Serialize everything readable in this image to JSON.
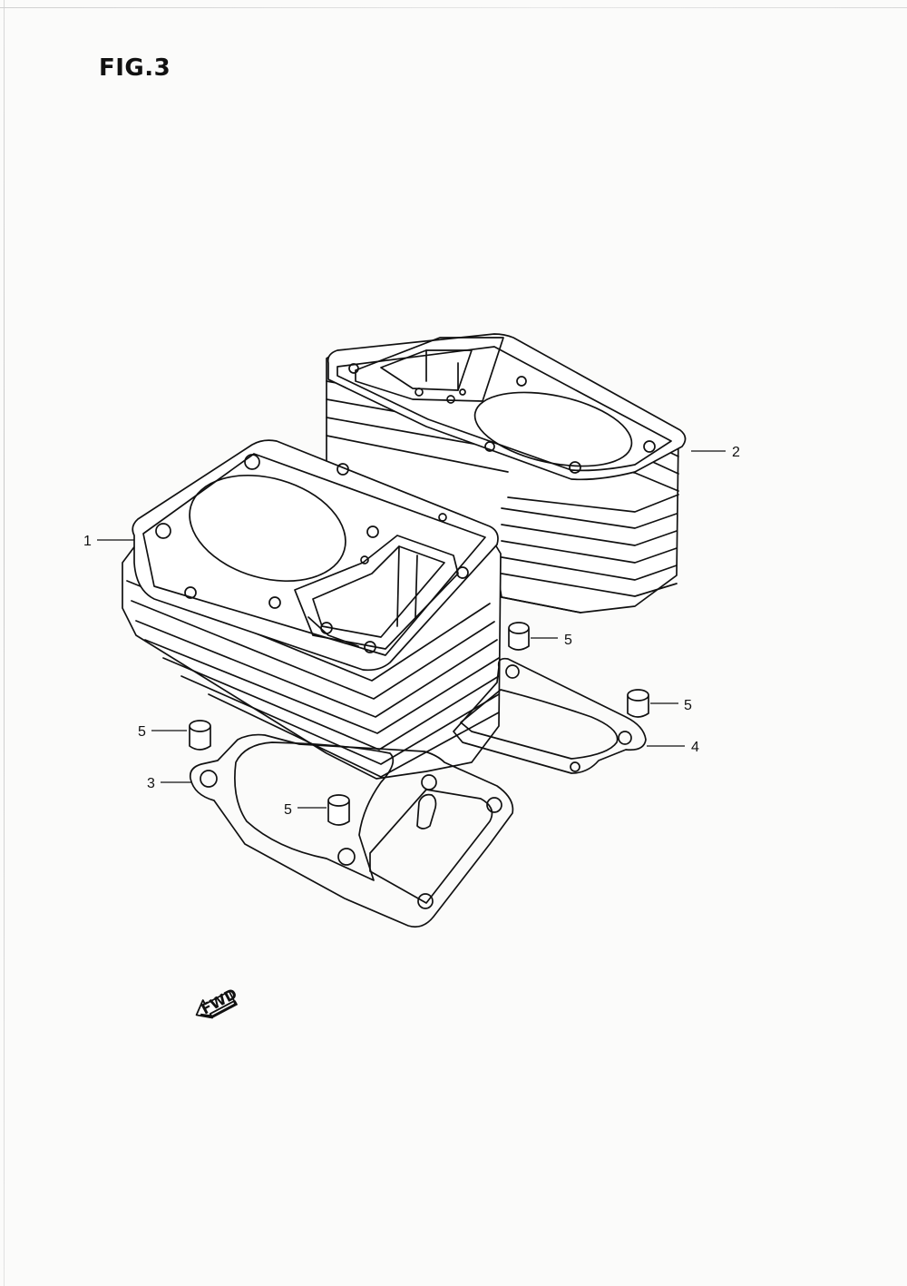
{
  "figure": {
    "title": "FIG.3"
  },
  "callouts": [
    {
      "id": "cylinder-rear",
      "number": "2"
    },
    {
      "id": "cylinder-front",
      "number": "1"
    },
    {
      "id": "dowel-pin-a",
      "number": "5"
    },
    {
      "id": "dowel-pin-b",
      "number": "5"
    },
    {
      "id": "gasket-rear",
      "number": "4"
    },
    {
      "id": "dowel-pin-c",
      "number": "5"
    },
    {
      "id": "gasket-front",
      "number": "3"
    },
    {
      "id": "dowel-pin-d",
      "number": "5"
    }
  ],
  "direction_arrow": {
    "label": "FWD",
    "icon": "forward-arrow-icon"
  },
  "colors": {
    "ink": "#111111",
    "paper": "#fbfbfa"
  }
}
